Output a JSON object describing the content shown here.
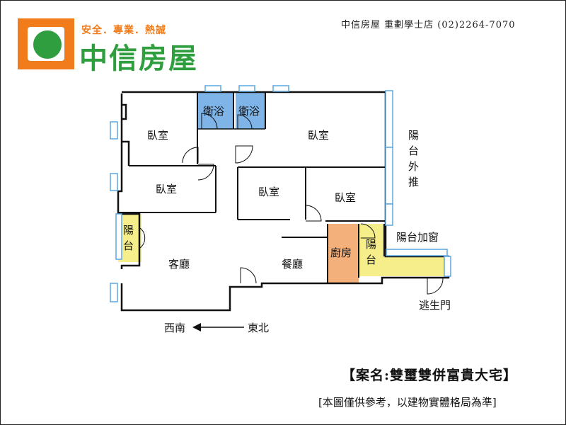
{
  "header": {
    "slogan": "安全．專業．熱誠",
    "brand": "中信房屋",
    "store_info": "中信房屋 重劃學士店 (02)2264-7070"
  },
  "rooms": {
    "bedroom_tl": "臥室",
    "bath1": "衛浴",
    "bath2": "衛浴",
    "bedroom_tr": "臥室",
    "bedroom_ml": "臥室",
    "bedroom_c": "臥室",
    "bedroom_cr": "臥室",
    "balcony_left_1": "陽",
    "balcony_left_2": "台",
    "living": "客廳",
    "dining": "餐廳",
    "kitchen": "廚房",
    "balcony_small_1": "陽",
    "balcony_small_2": "台",
    "balcony_ext_1": "陽",
    "balcony_ext_2": "台",
    "balcony_ext_3": "外",
    "balcony_ext_4": "推",
    "balcony_window": "陽台加窗",
    "escape_door": "逃生門"
  },
  "compass": {
    "west": "西南",
    "east": "東北"
  },
  "footer": {
    "case_name": "【案名:雙璽雙併富貴大宅】",
    "disclaimer": "[本圖僅供參考，以建物實體格局為準]"
  },
  "colors": {
    "brand_orange": "#f07c1b",
    "brand_green": "#2f9e3f",
    "bath_blue": "#7fb4e8",
    "balcony_yellow": "#f6ee8a",
    "kitchen_orange": "#f3b07a",
    "window_blue": "#5aa7e0"
  }
}
